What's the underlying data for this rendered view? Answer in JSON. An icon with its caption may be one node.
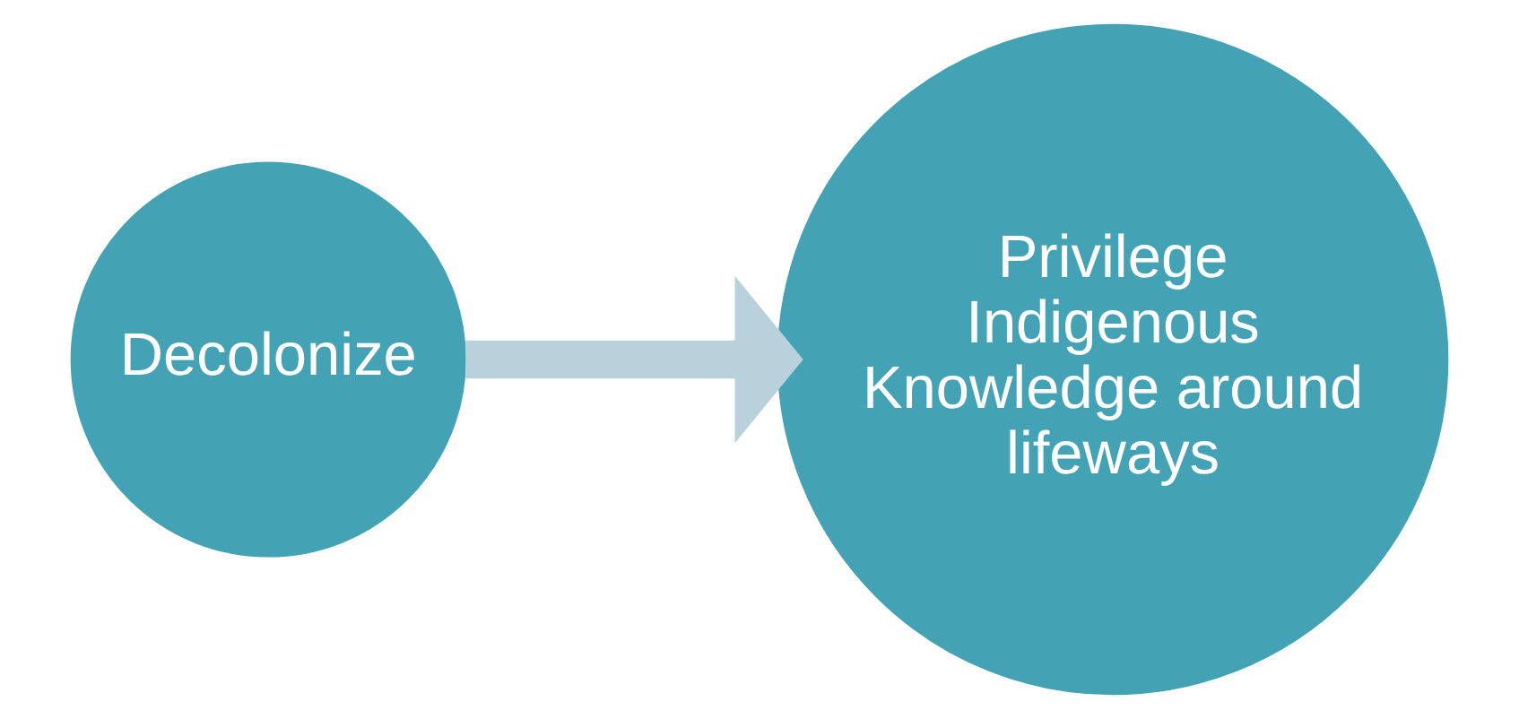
{
  "diagram": {
    "nodes": [
      {
        "text": [
          "Decolonize"
        ]
      },
      {
        "text": [
          "Privilege Indigenous Knowledge around lifeways"
        ]
      }
    ],
    "edges": [
      {
        "from": 0,
        "to": 1,
        "arrow": "to",
        "color": "#b9d1da"
      }
    ]
  }
}
